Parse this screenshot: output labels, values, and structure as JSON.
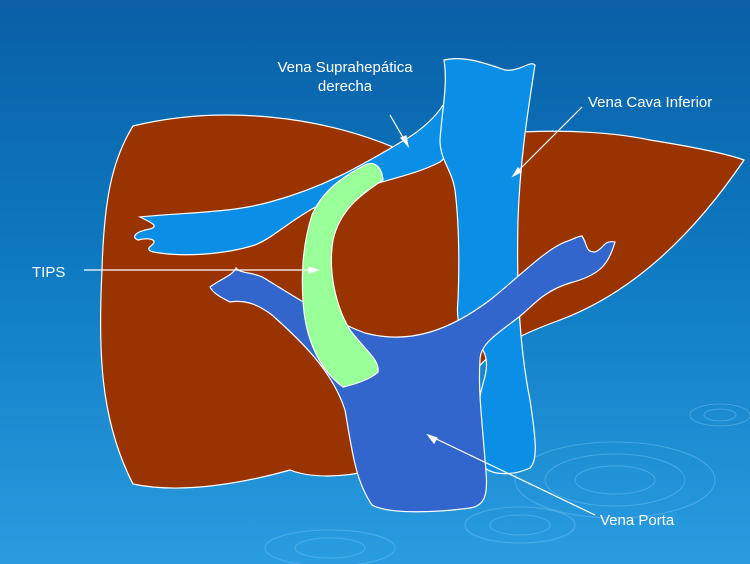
{
  "labels": {
    "suprahepatica_line1": "Vena Suprahepática",
    "suprahepatica_line2": "derecha",
    "cava_inferior": "Vena Cava Inferior",
    "tips": "TIPS",
    "porta": "Vena Porta"
  },
  "colors": {
    "background_top": "#0a5fa6",
    "background_bottom": "#2a9ce0",
    "liver": "#993300",
    "hepatic_vein": "#0a8ee6",
    "vena_cava": "#0a8ee6",
    "portal_vein": "#3366cc",
    "tips_shunt": "#99ff99",
    "outline": "#ffffff"
  }
}
